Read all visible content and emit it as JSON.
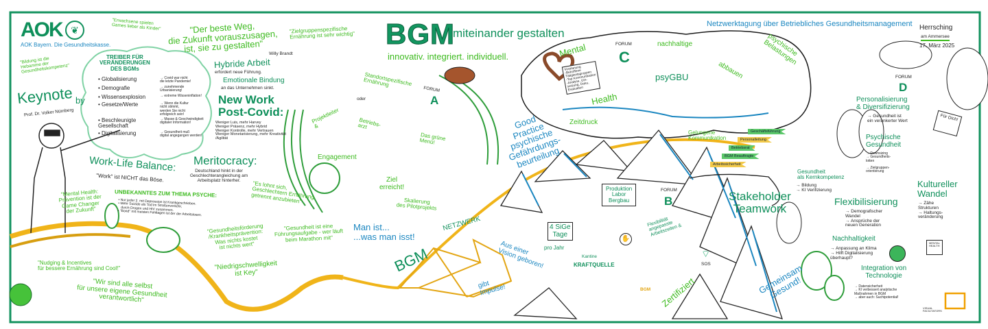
{
  "branding": {
    "logo": "AOK",
    "tagline": "AOK Bayern. Die Gesundheitskasse."
  },
  "header": {
    "title_main": "BGM",
    "title_rest": "miteinander gestalten",
    "subtitle": "innovativ. integriert. individuell.",
    "event": "Netzwerktagung über Betriebliches Gesundheitsmanagement",
    "location": "Herrsching",
    "location_sub": "am Ammersee",
    "date": "17. März 2025"
  },
  "quotes": {
    "games": "\"Erwachsene spielen\nGames lieber als Kinder\"",
    "brandt": "\"Der beste Weg,\ndie Zukunft vorauszusagen,\nist, sie zu gestalten\"",
    "brandt_author": "Willy Brandt",
    "zielgruppen": "\"Zielgruppenspezifische\nErnährung ist sehr wichtig\"",
    "bildung": "\"Bildung ist die\nHebamme der\nGesundheitskompetenz\"",
    "mental_health": "\"Mental Health:\nPrävention ist der\nGame Changer\nder Zukunft\"",
    "geschlechter": "\"Es lohnt sich,\nGeschlechtern Ernährung\ngetrennt anzubieten\"",
    "foerderung": "\"Gesundheitsförderung\n/Krankheitsprävention:\nWas nichts kostet\nist nichts wert\"",
    "fuehrung": "\"Gesundheit ist eine\nFührungsaufgabe - wer läuft\nbeim Marathon mit\"",
    "niedrig": "\"Niedrigschwelligkeit\nist Key\"",
    "nudging": "\"Nudging & Incentives\nfür bessere Ernährung sind Cool!\"",
    "selbst": "\"Wir sind alle selbst\nfür unsere eigene Gesundheit\nverantwortlich\""
  },
  "keynote": {
    "title": "Keynote",
    "by": "by",
    "speaker": "Prof. Dr. Volker Nürnberg"
  },
  "treiber": {
    "title": "TREIBER FÜR\nVERÄNDERUNGEN\nDES BGMs",
    "items": [
      {
        "label": "• Globalisierung",
        "note": "→ Covid war nicht\ndie letzte Pandemie!"
      },
      {
        "label": "• Demografie",
        "note": "→ zunehmende\nUrbanisierung!"
      },
      {
        "label": "• Wissensexplosion",
        "note": "→ extreme Wisseninflation!"
      },
      {
        "label": "• Gesetze/Werte",
        "note": "→ Wenn die Kultur\nnicht stimmt,\nwerden Sie nicht\nerfolgreich sein!"
      },
      {
        "label": "• Beschleunigte\nGesellschaft",
        "note": "→ Masse & Geschwindigkeit\ndigitaler Information!"
      },
      {
        "label": "• Digitalisierung",
        "note": "→ Gesundheit muß\ndigital angegangen werden!"
      }
    ]
  },
  "work": {
    "hybrid_title": "Hybride Arbeit",
    "hybrid_text": "erfordert neue Führung.",
    "bindung_title": "Emotionale Bindung",
    "bindung_text": "an das Unternehmen sinkt.",
    "newwork_title": "New Work\nPost-Covid:",
    "newwork_text": "Weniger Luis, mehr Harvey\nWeniger Präsenz, mehr Hybrid\nWeniger Kontrolle, mehr Vertrauen\nWeniger Monetarisierung, mehr Kreativität\n/Agilität",
    "wlb_title": "Work-Life Balance:",
    "wlb_text": "\"Work\" ist NICHT das Böse.",
    "merit_title": "Meritocracy:",
    "merit_text": "Deutschland hinkt in der\nGeschlechterangleichung am\nArbeitsplatz hinterher.",
    "psyche_title": "UNBEKANNTES ZUM THEMA PSYCHE:",
    "psyche_items": "• Nur jeder 2. mit Depression ist Krankgeschrieben.\n• Mehr Suizide als Tod im Straßenverkehr,\n   durch Drogen und HIV zusammen.\n• \"Bond\" mit meisten Fehltagen ist der der Arbeitslosen."
  },
  "forum_a": {
    "label": "FORUM",
    "letter": "A",
    "standort": "Standortspezifische\nErnährung",
    "oder": "oder",
    "projekt": "Projektleiter\n&",
    "arzt": "Betriebs-\narzt",
    "engagement": "Engagement",
    "menu": "Das grüne\nMenü!",
    "ziel": "Ziel\nerreicht!",
    "skalierung": "Skalierung\ndes Pilotprojekts"
  },
  "network": {
    "man_ist": "Man ist...\n...was man isst!",
    "bgm": "BGM",
    "netzwerk": "NETZWERK",
    "vision": "Aus einer\nVision geboren!",
    "impulse": "gibt\nImpulse!"
  },
  "good_practice": "Good\nPractice\npsychische\nGefährdungs-\nbeurteilung",
  "forum_c": {
    "label": "FORUM",
    "letter": "C",
    "mental": "Mental",
    "health": "Health",
    "list": "Vorplanung\n-Betroffene\nTätigkeitsgruppen\n-Top Kommunikation\n-Analyse, Um-\nsetzung, Doku,\nEvaluation",
    "zeitdruck": "Zeitdruck",
    "nachhaltige": "nachhaltige",
    "psygbu": "psyGBU",
    "abbauen": "abbauen",
    "belastungen": "psychische\nBelastungen",
    "kommunikation": "Gelungene\nKommunikation"
  },
  "stakeholders": {
    "flags": [
      "Geschäftsführung",
      "Personalleitung",
      "Betriebsrat",
      "BGM Beauftragte",
      "Arbeitssicherheit"
    ],
    "title": "Stakeholder\nTeamwork"
  },
  "forum_b": {
    "label": "FORUM",
    "letter": "B",
    "sign": "Produktion\nLabor\nBergbau",
    "flexibel": "Flexibilität\nangepasste\nArbeitszeiten &",
    "sige": "4 SiGe\nTage",
    "pro_jahr": "pro Jahr",
    "kantine": "Kantine",
    "kraftquelle": "KRAFTQUELLE",
    "sos": "SOS",
    "pot": "BGM",
    "zertifiziert": "Zertifiziert",
    "gemeinsam": "Gemeinsam\nGesund!"
  },
  "forum_d": {
    "label": "FORUM",
    "letter": "D",
    "personal_title": "Personalisierung\n& Diversifizierung",
    "personal_text": "→ Gesundheit ist\nein verankerter Wert",
    "checklist": "Für Dich!",
    "psych_title": "Psychische\nGesundheit",
    "psych_text": "→ Downsizing\n→ Gesundheits-\nlotten\n\n→ Zielgruppen-\norientierung",
    "kern_title": "Gesundheit\nals Kernkompetenz",
    "kern_text": "→ Bildung\n→ KI Verifizierung",
    "kultur_title": "Kultureller\nWandel",
    "kultur_text": "→ Zähe\nStrukturen\n→ Haltungs-\nveränderung",
    "flex_title": "Flexibilisierung",
    "flex_text": "→ Demografischer\nWandel\n→ Ansprüche der\nneuen Generation",
    "nachhalt_title": "Nachhaltigkeit",
    "nachhalt_text": "→ Anpassung an Klima\n→ Hilft Digitalisierung\nüberhaupt?",
    "board": "MENTAL\nHEALTH",
    "tech_title": "Integration von\nTechnologie",
    "tech_text": "→ Datensicherheit\n→ KI verbessert analytische\nMaßnahmen in BGM\n→ aber auch: Suchtpotential!"
  },
  "signature": "VISUAL\nFACILITATORS",
  "colors": {
    "border": "#12925e",
    "green": "#0e8f5a",
    "lime": "#3cba1e",
    "blue": "#1a86c0",
    "yellow": "#f0b419",
    "ink": "#222222"
  }
}
